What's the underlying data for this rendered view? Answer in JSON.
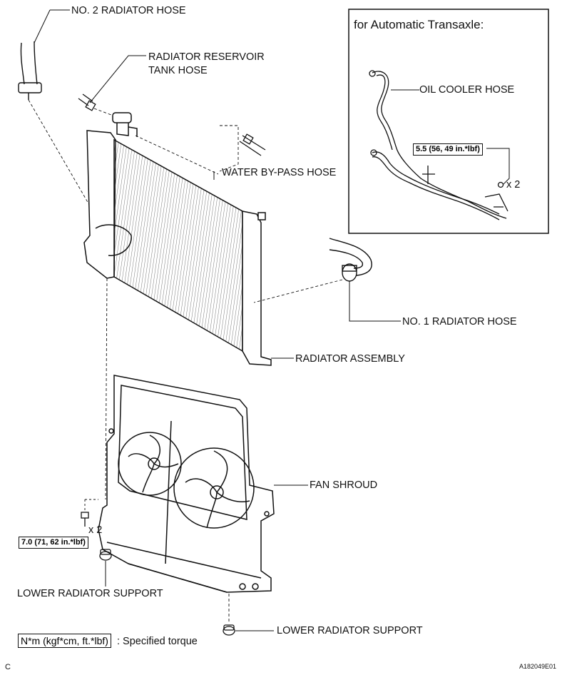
{
  "labels": {
    "no2_radiator_hose": "NO. 2 RADIATOR HOSE",
    "reservoir_tank_hose_line1": "RADIATOR RESERVOIR",
    "reservoir_tank_hose_line2": "TANK HOSE",
    "water_bypass_hose": "WATER BY-PASS HOSE",
    "no1_radiator_hose": "NO. 1 RADIATOR HOSE",
    "radiator_assembly": "RADIATOR ASSEMBLY",
    "fan_shroud": "FAN SHROUD",
    "lower_radiator_support_left": "LOWER RADIATOR SUPPORT",
    "lower_radiator_support_bottom": "LOWER RADIATOR SUPPORT",
    "oil_cooler_hose": "OIL COOLER HOSE"
  },
  "inset": {
    "title": "for Automatic Transaxle:",
    "torque": "5.5 (56, 49 in.*lbf)",
    "quantity": "x 2"
  },
  "bolt_torque": {
    "value": "7.0 (71, 62 in.*lbf)",
    "quantity": "x 2"
  },
  "legend": {
    "box": "N*m (kgf*cm, ft.*lbf)",
    "text": ": Specified torque"
  },
  "footer": {
    "left_code": "C",
    "figure_id": "A182049E01"
  }
}
